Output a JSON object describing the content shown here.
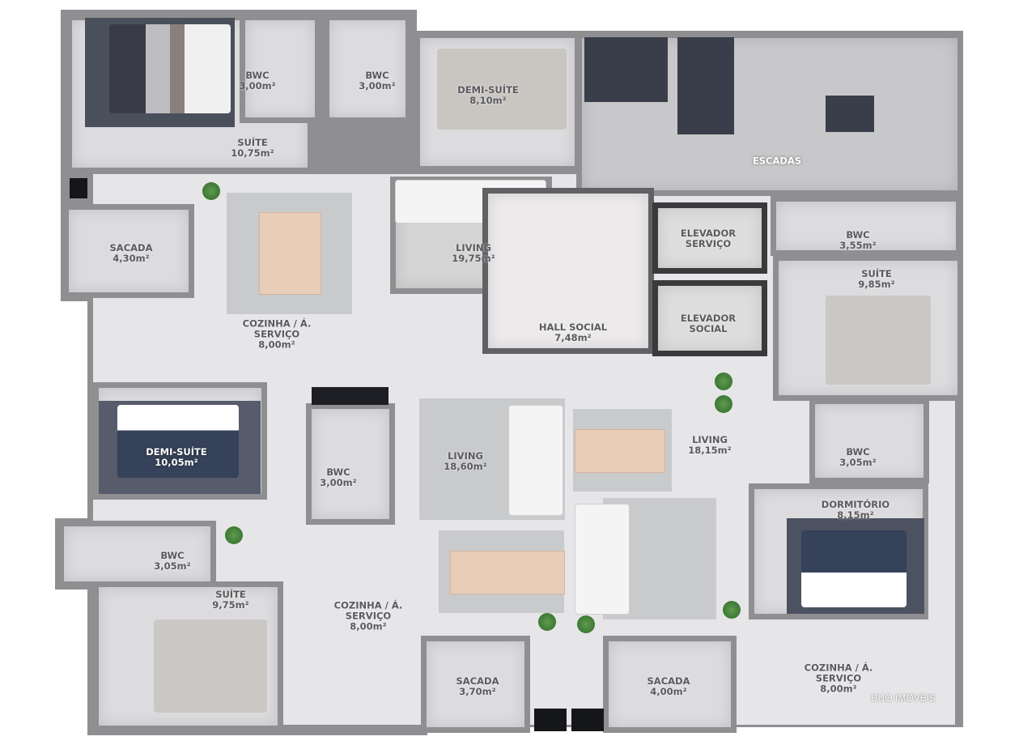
{
  "rooms": [
    {
      "name": "SUÍTE",
      "area": "10,75m²"
    },
    {
      "name": "BWC",
      "area": "3,00m²"
    },
    {
      "name": "BWC",
      "area": "3,00m²"
    },
    {
      "name": "DEMI-SUÍTE",
      "area": "8,10m²"
    },
    {
      "name": "ESCADAS",
      "area": ""
    },
    {
      "name": "SACADA",
      "area": "4,30m²"
    },
    {
      "name": "LIVING",
      "area": "19,75m²"
    },
    {
      "name": "COZINHA / Á. SERVIÇO",
      "area": "8,00m²"
    },
    {
      "name": "HALL SOCIAL",
      "area": "7,48m²"
    },
    {
      "name": "ELEVADOR SERVIÇO",
      "area": ""
    },
    {
      "name": "ELEVADOR SOCIAL",
      "area": ""
    },
    {
      "name": "BWC",
      "area": "3,55m²"
    },
    {
      "name": "SUÍTE",
      "area": "9,85m²"
    },
    {
      "name": "DEMI-SUÍTE",
      "area": "10,05m²"
    },
    {
      "name": "BWC",
      "area": "3,00m²"
    },
    {
      "name": "LIVING",
      "area": "18,60m²"
    },
    {
      "name": "LIVING",
      "area": "18,15m²"
    },
    {
      "name": "BWC",
      "area": "3,05m²"
    },
    {
      "name": "DORMITÓRIO",
      "area": "8,15m²"
    },
    {
      "name": "BWC",
      "area": "3,05m²"
    },
    {
      "name": "SUÍTE",
      "area": "9,75m²"
    },
    {
      "name": "COZINHA / Á. SERVIÇO",
      "area": "8,00m²"
    },
    {
      "name": "SACADA",
      "area": "3,70m²"
    },
    {
      "name": "SACADA",
      "area": "4,00m²"
    },
    {
      "name": "COZINHA / Á. SERVIÇO",
      "area": "8,00m²"
    }
  ],
  "watermark": "DUO IMOVEIS"
}
